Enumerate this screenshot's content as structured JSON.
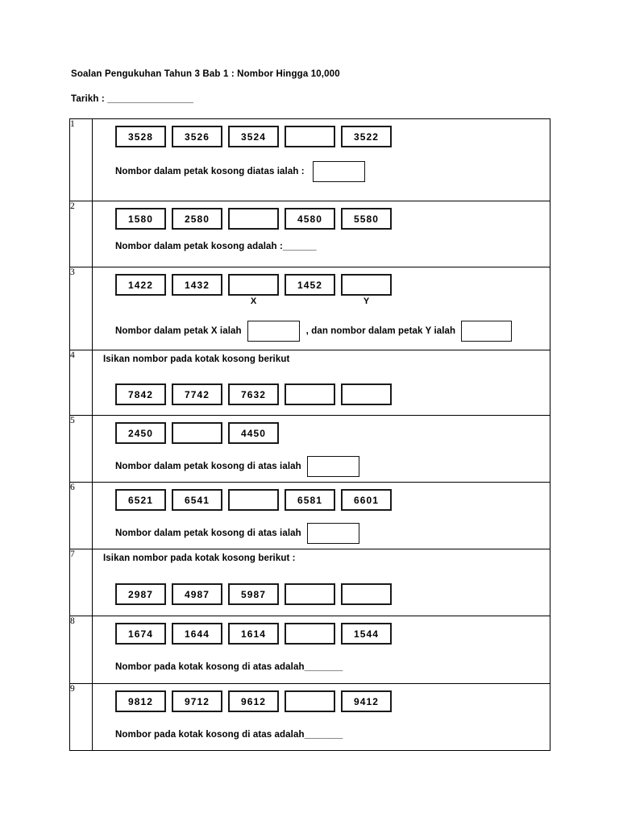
{
  "document": {
    "title": "Soalan Pengukuhan Tahun 3 Bab 1 : Nombor Hingga 10,000",
    "date_label": "Tarikh : ",
    "date_blank": "__________________"
  },
  "questions": [
    {
      "number": "1",
      "boxes": [
        "3528",
        "3526",
        "3524",
        "",
        "3522"
      ],
      "prompt": "Nombor dalam petak kosong diatas ialah :",
      "answer_style": "box"
    },
    {
      "number": "2",
      "boxes": [
        "1580",
        "2580",
        "",
        "4580",
        "5580"
      ],
      "prompt": "Nombor dalam petak kosong adalah :",
      "answer_style": "underline",
      "answer_blank": "_______"
    },
    {
      "number": "3",
      "boxes": [
        "1422",
        "1432",
        "",
        "1452",
        ""
      ],
      "labels": [
        "",
        "",
        "X",
        "",
        "Y"
      ],
      "prompt_x": "Nombor dalam petak X ialah",
      "prompt_mid": ", dan nombor dalam petak Y ialah",
      "answer_style": "two-boxes"
    },
    {
      "number": "4",
      "heading": "Isikan nombor pada kotak kosong berikut",
      "boxes": [
        "7842",
        "7742",
        "7632",
        "",
        ""
      ],
      "answer_style": "none"
    },
    {
      "number": "5",
      "boxes": [
        "2450",
        "",
        "4450"
      ],
      "prompt": "Nombor dalam petak kosong di atas ialah",
      "answer_style": "box"
    },
    {
      "number": "6",
      "boxes": [
        "6521",
        "6541",
        "",
        "6581",
        "6601"
      ],
      "prompt": "Nombor dalam petak kosong di atas ialah",
      "answer_style": "box"
    },
    {
      "number": "7",
      "heading": "Isikan nombor pada kotak kosong berikut :",
      "boxes": [
        "2987",
        "4987",
        "5987",
        "",
        ""
      ],
      "answer_style": "none"
    },
    {
      "number": "8",
      "boxes": [
        "1674",
        "1644",
        "1614",
        "",
        "1544"
      ],
      "prompt": "Nombor pada kotak kosong di atas adalah ",
      "answer_style": "underline",
      "answer_blank": "________"
    },
    {
      "number": "9",
      "boxes": [
        "9812",
        "9712",
        "9612",
        "",
        "9412"
      ],
      "prompt": "Nombor pada kotak kosong di atas adalah ",
      "answer_style": "underline",
      "answer_blank": "________"
    }
  ]
}
